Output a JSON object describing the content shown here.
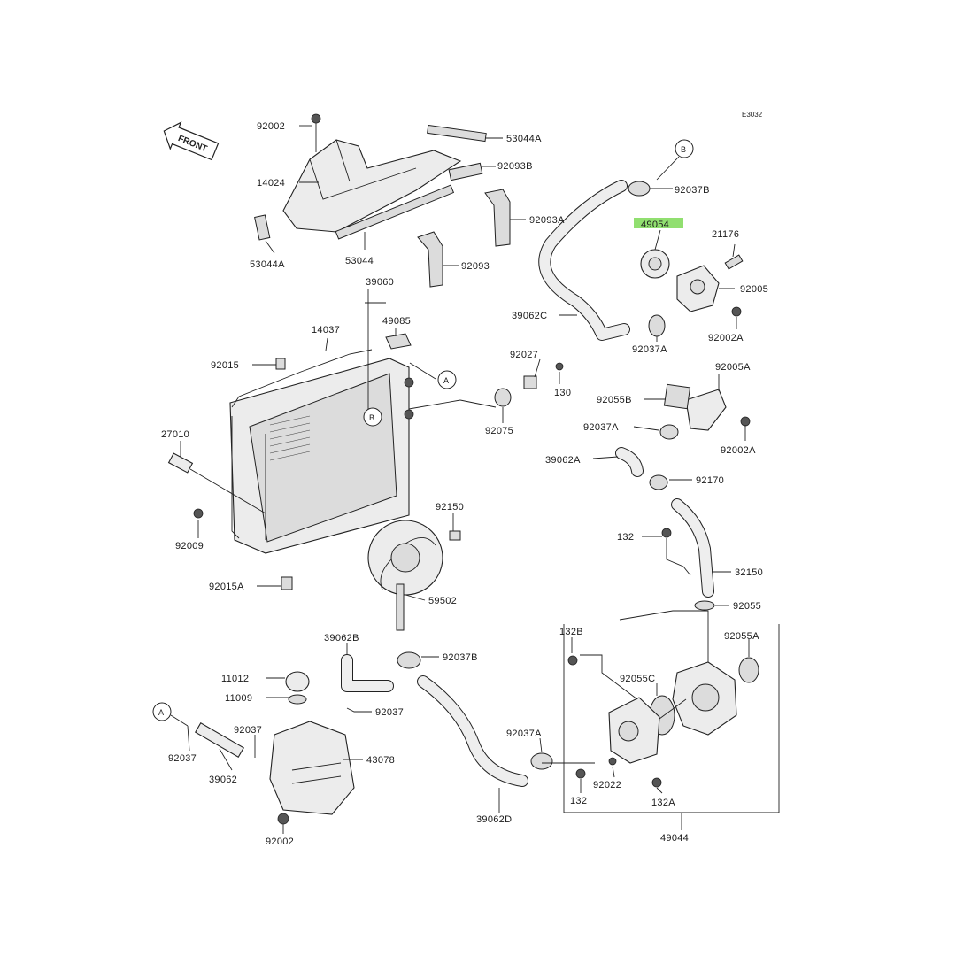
{
  "diagram_code": "E3032",
  "front_label": "FRONT",
  "highlight_color": "#7ed957",
  "callouts": {
    "B": "B",
    "A": "A"
  },
  "labels": {
    "p92002_top": "92002",
    "p14024": "14024",
    "p53044A_r": "53044A",
    "p92093B": "92093B",
    "p92093A": "92093A",
    "p53044A_l": "53044A",
    "p53044": "53044",
    "p92093": "92093",
    "p92037B_top": "92037B",
    "p49054": "49054",
    "p21176": "21176",
    "p92005": "92005",
    "p39062C": "39062C",
    "p92037A_top": "92037A",
    "p92002A_top": "92002A",
    "p39060": "39060",
    "p49085": "49085",
    "p14037": "14037",
    "p92015": "92015",
    "p92027": "92027",
    "p130": "130",
    "p92075": "92075",
    "p92005A": "92005A",
    "p92055B": "92055B",
    "p92037A_mid": "92037A",
    "p92002A_mid": "92002A",
    "p27010": "27010",
    "p39062A": "39062A",
    "p92170": "92170",
    "p92150": "92150",
    "p92009": "92009",
    "p132_top": "132",
    "p32150": "32150",
    "p92015A": "92015A",
    "p59502": "59502",
    "p92055": "92055",
    "p132B": "132B",
    "p92055A": "92055A",
    "p39062B": "39062B",
    "p92037B_low": "92037B",
    "p11012": "11012",
    "p92055C": "92055C",
    "p11009": "11009",
    "p92037_a": "92037",
    "p92037_b": "92037",
    "p92037A_low": "92037A",
    "p92037_c": "92037",
    "p43078": "43078",
    "p39062": "39062",
    "p92022": "92022",
    "p132_low": "132",
    "p132A": "132A",
    "p39062D": "39062D",
    "p92002_low": "92002",
    "p49044": "49044"
  }
}
